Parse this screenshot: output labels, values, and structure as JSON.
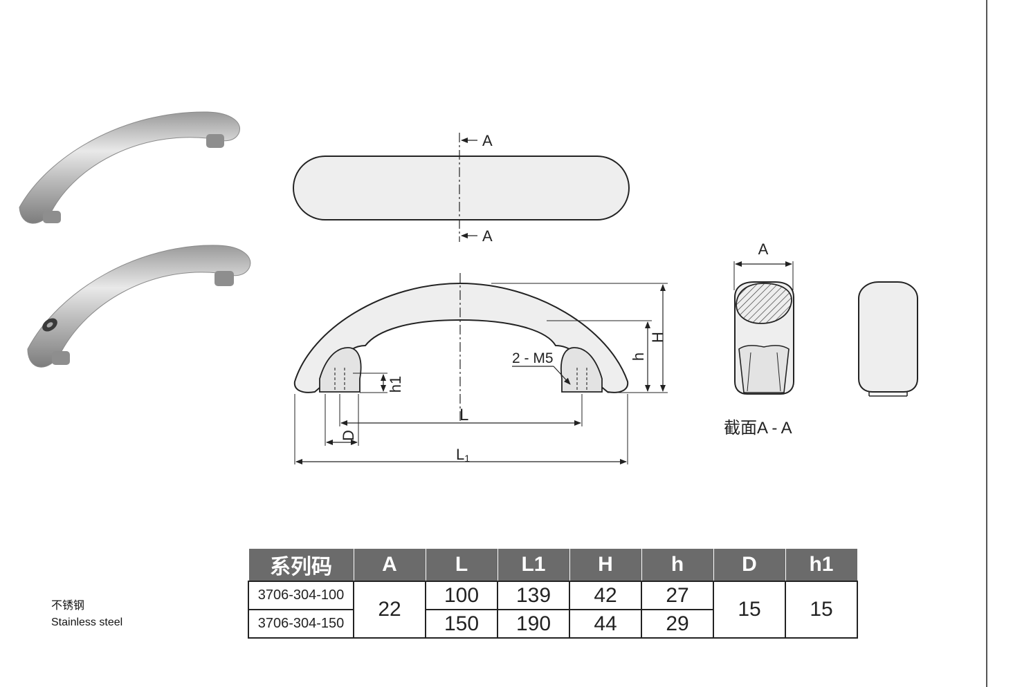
{
  "labels": {
    "section_mark_top": "A",
    "section_mark_bottom": "A",
    "dim_H": "H",
    "dim_h": "h",
    "dim_h1": "h1",
    "dim_L": "L",
    "dim_L1_main": "L",
    "dim_L1_sub": "1",
    "dim_D": "D",
    "thread_callout": "2 - M5",
    "section_width": "A",
    "section_title": "截面A - A"
  },
  "material": {
    "cn": "不锈钢",
    "en": "Stainless steel"
  },
  "table": {
    "headers": [
      "系列码",
      "A",
      "L",
      "L1",
      "H",
      "h",
      "D",
      "h1"
    ],
    "rows": [
      {
        "code": "3706-304-100",
        "A": "22",
        "L": "100",
        "L1": "139",
        "H": "42",
        "h": "27",
        "D": "15",
        "h1": "15"
      },
      {
        "code": "3706-304-150",
        "A": "22",
        "L": "150",
        "L1": "190",
        "H": "44",
        "h": "29",
        "D": "15",
        "h1": "15"
      }
    ]
  },
  "colors": {
    "line": "#222222",
    "part_fill": "#eeeeee",
    "header_bg": "#6b6b6b",
    "header_text": "#ffffff"
  },
  "icons": [
    "handle-photo-icon",
    "handle-photo-with-hole-icon"
  ]
}
